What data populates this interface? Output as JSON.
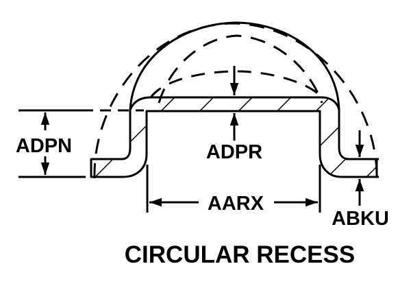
{
  "diagram": {
    "title": "CIRCULAR RECESS",
    "labels": {
      "depth": "ADPN",
      "wall_thickness": "ADPR",
      "recess_diameter": "AARX",
      "flange_thickness": "ABKU"
    },
    "colors": {
      "ink": "#000000",
      "background": "#ffffff"
    }
  }
}
